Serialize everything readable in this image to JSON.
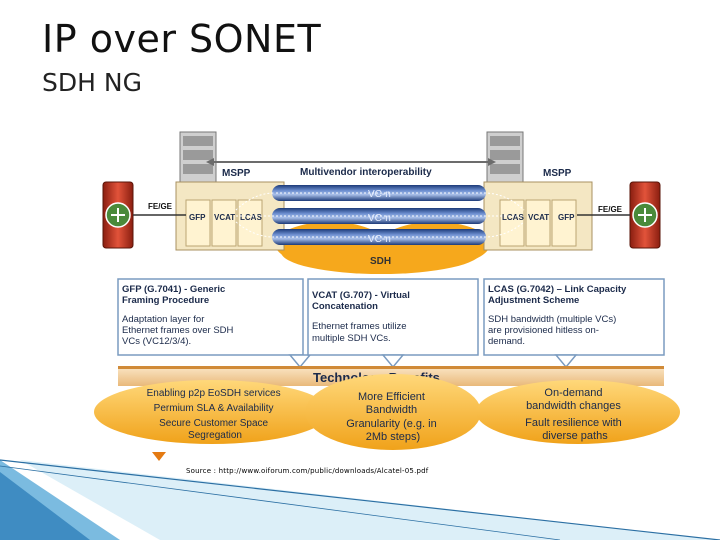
{
  "slide": {
    "title": "IP over SONET",
    "subtitle": "SDH NG",
    "source": "Source : http://www.oiforum.com/public/downloads/Alcatel-05.pdf"
  },
  "network": {
    "mspp_left": "MSPP",
    "mspp_right": "MSPP",
    "interop_label": "Multivendor interoperability",
    "fe_left": "FE/GE",
    "fe_right": "FE/GE",
    "left_blocks": [
      "GFP",
      "VCAT",
      "LCAS"
    ],
    "right_blocks": [
      "LCAS",
      "VCAT",
      "GFP"
    ],
    "vc_lanes": [
      "VC-n",
      "VC-n",
      "VC-n"
    ],
    "cloud_label": "SDH"
  },
  "boxes": [
    {
      "title": "GFP (G.7041) - Generic Framing Procedure",
      "body": "Adaptation layer for Ethernet frames over SDH VCs (VC12/3/4)."
    },
    {
      "title": "VCAT (G.707) - Virtual Concatenation",
      "body": "Ethernet frames utilize multiple SDH VCs."
    },
    {
      "title": "LCAS (G.7042) – Link Capacity Adjustment Scheme",
      "body": "SDH bandwidth (multiple VCs) are provisioned hitless on-demand."
    }
  ],
  "benefits": {
    "title": "Technology Benefits",
    "items": [
      [
        "Enabling p2p EoSDH services",
        "Permium SLA & Availability",
        "Secure Customer Space",
        "Segregation"
      ],
      [
        "More Efficient",
        "Bandwidth",
        "Granularity (e.g. in",
        "2Mb steps)"
      ],
      [
        "On-demand",
        "bandwidth changes",
        "Fault resilience with",
        "diverse paths"
      ]
    ]
  },
  "colors": {
    "accent_blue": "#1d4d8c",
    "cloud_orange": "#f6a81c",
    "box_border": "#7a9bc0",
    "router_red": "#c9321e"
  }
}
